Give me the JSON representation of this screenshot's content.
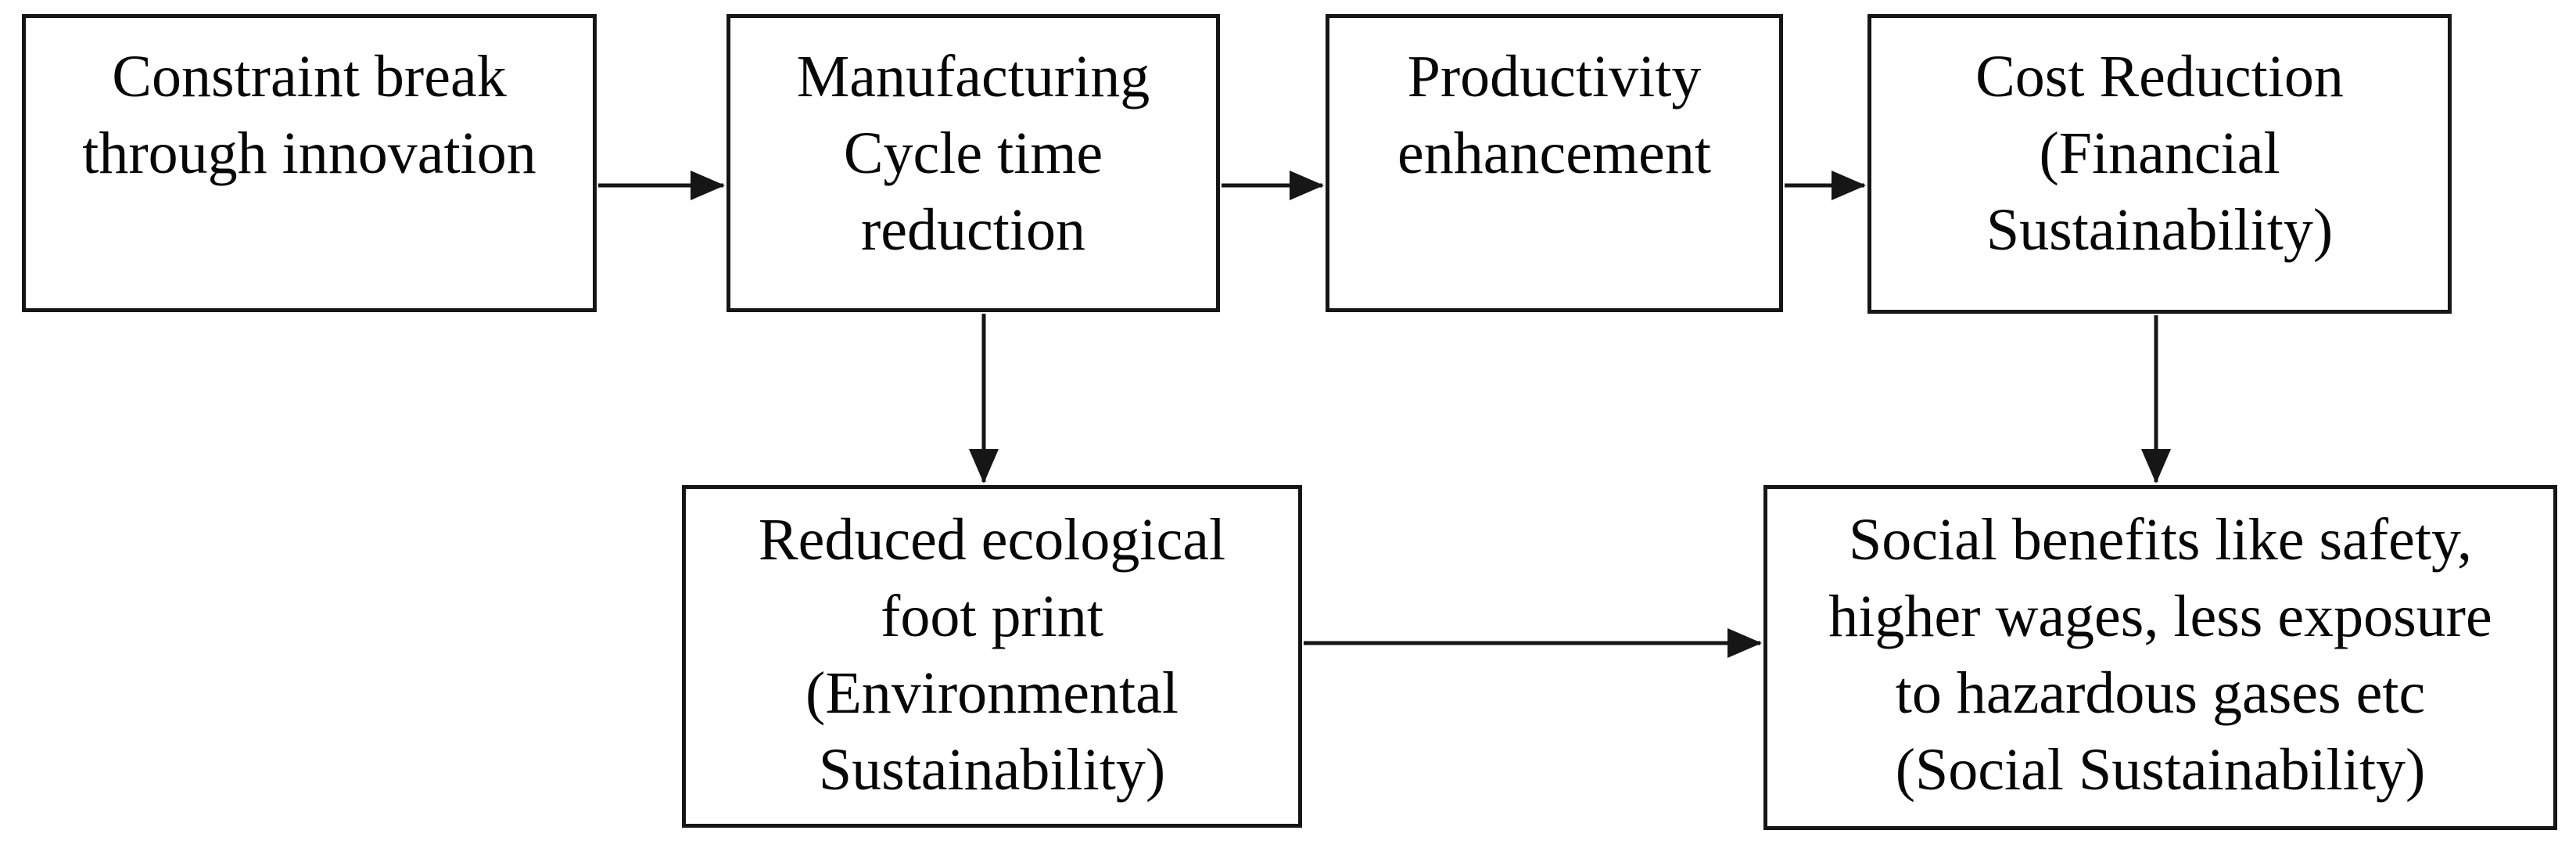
{
  "diagram": {
    "background_color": "#ffffff",
    "line_color": "#161616",
    "text_color": "#070707"
  },
  "nodes": [
    {
      "id": "innovation",
      "lines": [
        "Constraint break",
        "through innovation"
      ]
    },
    {
      "id": "cycle-time",
      "lines": [
        "Manufacturing",
        "Cycle time",
        "reduction"
      ]
    },
    {
      "id": "productivity",
      "lines": [
        "Productivity",
        "enhancement"
      ]
    },
    {
      "id": "cost-reduction",
      "lines": [
        "Cost Reduction",
        "(Financial",
        "Sustainability)"
      ]
    },
    {
      "id": "ecological-footprint",
      "lines": [
        "Reduced ecological",
        "foot print",
        "(Environmental",
        "Sustainability)"
      ]
    },
    {
      "id": "social-benefits",
      "lines": [
        "Social benefits like safety,",
        "higher wages, less exposure",
        "to hazardous gases etc",
        "(Social Sustainability)"
      ]
    }
  ],
  "arrows": [
    {
      "from": "innovation",
      "to": "cycle-time",
      "direction": "right"
    },
    {
      "from": "cycle-time",
      "to": "productivity",
      "direction": "right"
    },
    {
      "from": "productivity",
      "to": "cost-reduction",
      "direction": "right"
    },
    {
      "from": "cycle-time",
      "to": "ecological-footprint",
      "direction": "down"
    },
    {
      "from": "cost-reduction",
      "to": "social-benefits",
      "direction": "down"
    },
    {
      "from": "ecological-footprint",
      "to": "social-benefits",
      "direction": "right"
    }
  ]
}
